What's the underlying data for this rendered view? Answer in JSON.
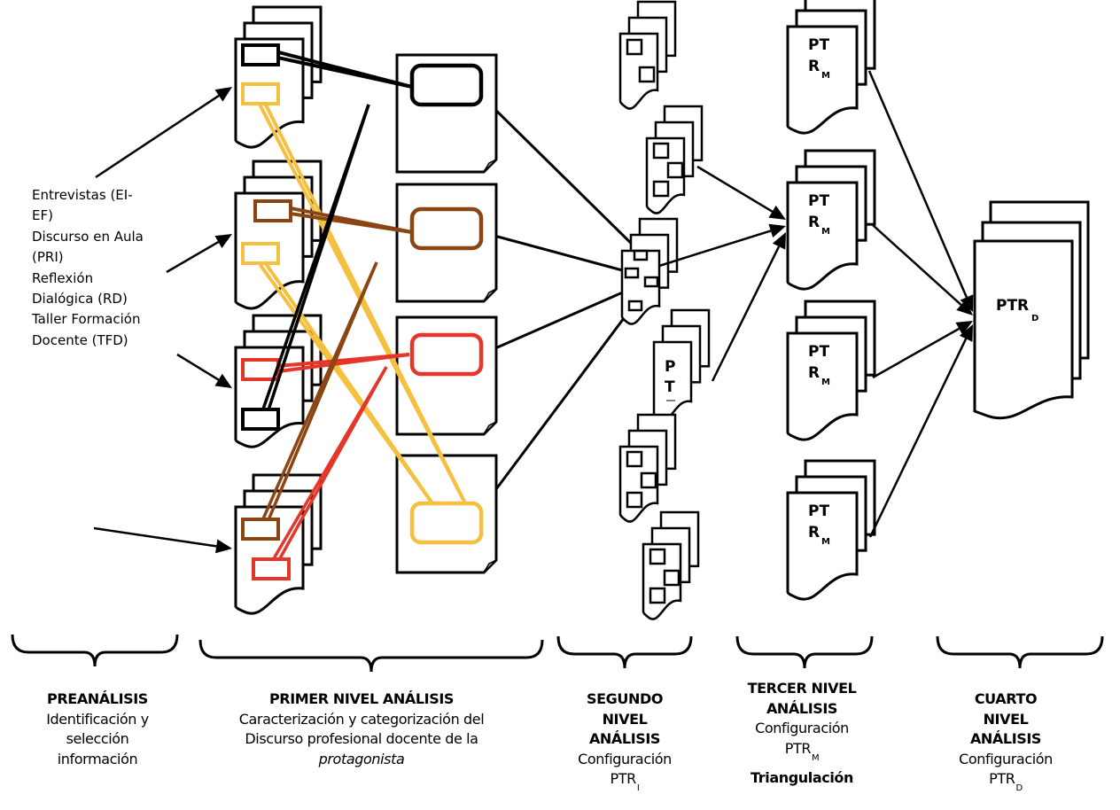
{
  "colors": {
    "black": "#000000",
    "brown": "#8B4513",
    "red": "#E5362A",
    "yellow": "#F5C040"
  },
  "sources": {
    "lines": [
      "Entrevistas (EI-",
      "EF)",
      "Discurso en Aula",
      "(PRI)",
      "Reflexión",
      "Dialógica (RD)",
      "Taller Formación",
      "Docente (TFD)"
    ]
  },
  "documents": {
    "ptr_m_label_top": "PT",
    "ptr_m_label_bottom": "R",
    "ptr_m_sub": "M",
    "pt_label_top": "P",
    "pt_label_bottom": "T",
    "ptr_d_label": "PTR",
    "ptr_d_sub": "D"
  },
  "stages": {
    "preanalisis": {
      "title": "PREANÁLISIS",
      "lines": [
        "Identificación y",
        "selección",
        "información"
      ]
    },
    "primer": {
      "title": "PRIMER NIVEL ANÁLISIS",
      "lines": [
        "Caracterización y categorización del",
        "Discurso profesional docente de la"
      ],
      "italic": "protagonista"
    },
    "segundo": {
      "title_lines": [
        "SEGUNDO",
        "NIVEL",
        "ANÁLISIS"
      ],
      "config": "Configuración",
      "ptr": "PTR",
      "ptr_sub": "I"
    },
    "tercer": {
      "title_lines": [
        "TERCER NIVEL",
        "ANÁLISIS"
      ],
      "config": "Configuración",
      "ptr": "PTR",
      "ptr_sub": "M",
      "extra": "Triangulación"
    },
    "cuarto": {
      "title_lines": [
        "CUARTO",
        "NIVEL",
        "ANÁLISIS"
      ],
      "config": "Configuración",
      "ptr": "PTR",
      "ptr_sub": "D"
    }
  }
}
